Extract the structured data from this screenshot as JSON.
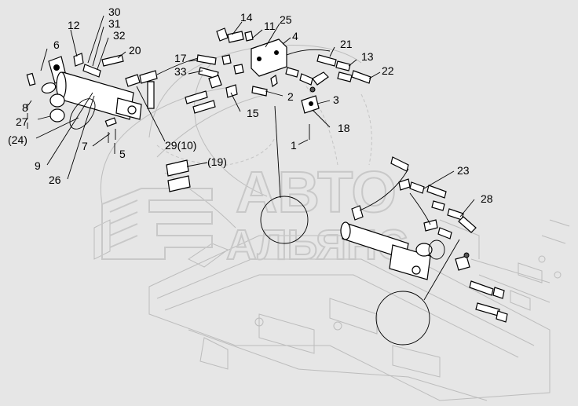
{
  "watermark": {
    "line1": "АВТО",
    "line2": "АЛЬЯНС"
  },
  "callouts": [
    "12",
    "30",
    "31",
    "32",
    "20",
    "6",
    "14",
    "11",
    "25",
    "4",
    "17",
    "33",
    "21",
    "13",
    "22",
    "8",
    "27",
    "(24)",
    "7",
    "9",
    "26",
    "5",
    "3",
    "2",
    "18",
    "15",
    "1",
    "29(10)",
    "(19)",
    "23",
    "28"
  ]
}
